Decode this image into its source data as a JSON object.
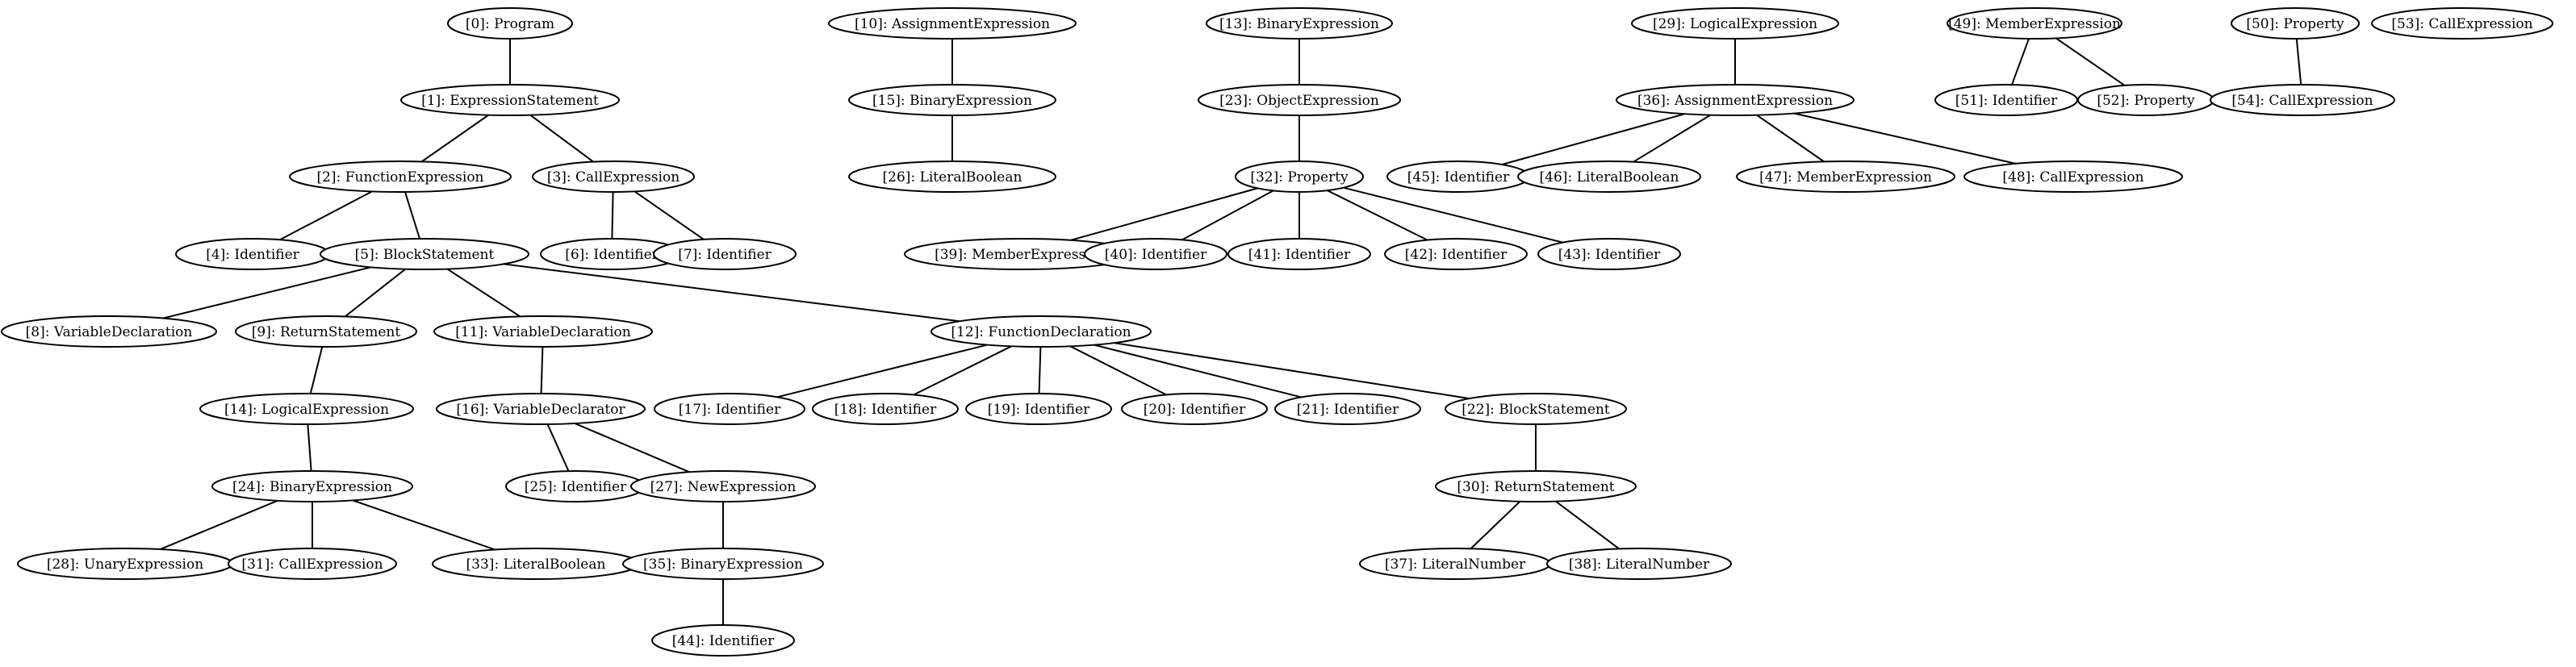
{
  "nodes": [
    {
      "id": 0,
      "label": "[0]: Program"
    },
    {
      "id": 1,
      "label": "[1]: ExpressionStatement"
    },
    {
      "id": 2,
      "label": "[2]: FunctionExpression"
    },
    {
      "id": 3,
      "label": "[3]: CallExpression"
    },
    {
      "id": 4,
      "label": "[4]: Identifier"
    },
    {
      "id": 5,
      "label": "[5]: BlockStatement"
    },
    {
      "id": 6,
      "label": "[6]: Identifier"
    },
    {
      "id": 7,
      "label": "[7]: Identifier"
    },
    {
      "id": 8,
      "label": "[8]: VariableDeclaration"
    },
    {
      "id": 9,
      "label": "[9]: ReturnStatement"
    },
    {
      "id": 10,
      "label": "[10]: AssignmentExpression"
    },
    {
      "id": 11,
      "label": "[11]: VariableDeclaration"
    },
    {
      "id": 12,
      "label": "[12]: FunctionDeclaration"
    },
    {
      "id": 13,
      "label": "[13]: BinaryExpression"
    },
    {
      "id": 14,
      "label": "[14]: LogicalExpression"
    },
    {
      "id": 15,
      "label": "[15]: BinaryExpression"
    },
    {
      "id": 16,
      "label": "[16]: VariableDeclarator"
    },
    {
      "id": 17,
      "label": "[17]: Identifier"
    },
    {
      "id": 18,
      "label": "[18]: Identifier"
    },
    {
      "id": 19,
      "label": "[19]: Identifier"
    },
    {
      "id": 20,
      "label": "[20]: Identifier"
    },
    {
      "id": 21,
      "label": "[21]: Identifier"
    },
    {
      "id": 22,
      "label": "[22]: BlockStatement"
    },
    {
      "id": 23,
      "label": "[23]: ObjectExpression"
    },
    {
      "id": 24,
      "label": "[24]: BinaryExpression"
    },
    {
      "id": 25,
      "label": "[25]: Identifier"
    },
    {
      "id": 26,
      "label": "[26]: LiteralBoolean"
    },
    {
      "id": 27,
      "label": "[27]: NewExpression"
    },
    {
      "id": 28,
      "label": "[28]: UnaryExpression"
    },
    {
      "id": 29,
      "label": "[29]: LogicalExpression"
    },
    {
      "id": 30,
      "label": "[30]: ReturnStatement"
    },
    {
      "id": 31,
      "label": "[31]: CallExpression"
    },
    {
      "id": 32,
      "label": "[32]: Property"
    },
    {
      "id": 33,
      "label": "[33]: LiteralBoolean"
    },
    {
      "id": 35,
      "label": "[35]: BinaryExpression"
    },
    {
      "id": 36,
      "label": "[36]: AssignmentExpression"
    },
    {
      "id": 37,
      "label": "[37]: LiteralNumber"
    },
    {
      "id": 38,
      "label": "[38]: LiteralNumber"
    },
    {
      "id": 39,
      "label": "[39]: MemberExpression"
    },
    {
      "id": 40,
      "label": "[40]: Identifier"
    },
    {
      "id": 41,
      "label": "[41]: Identifier"
    },
    {
      "id": 42,
      "label": "[42]: Identifier"
    },
    {
      "id": 43,
      "label": "[43]: Identifier"
    },
    {
      "id": 44,
      "label": "[44]: Identifier"
    },
    {
      "id": 45,
      "label": "[45]: Identifier"
    },
    {
      "id": 46,
      "label": "[46]: LiteralBoolean"
    },
    {
      "id": 47,
      "label": "[47]: MemberExpression"
    },
    {
      "id": 48,
      "label": "[48]: CallExpression"
    },
    {
      "id": 49,
      "label": "[49]: MemberExpression"
    },
    {
      "id": 50,
      "label": "[50]: Property"
    },
    {
      "id": 51,
      "label": "[51]: Identifier"
    },
    {
      "id": 52,
      "label": "[52]: Property"
    },
    {
      "id": 53,
      "label": "[53]: CallExpression"
    },
    {
      "id": 54,
      "label": "[54]: CallExpression"
    }
  ],
  "edges": [
    [
      0,
      1
    ],
    [
      1,
      2
    ],
    [
      1,
      3
    ],
    [
      2,
      4
    ],
    [
      2,
      5
    ],
    [
      3,
      6
    ],
    [
      3,
      7
    ],
    [
      5,
      8
    ],
    [
      5,
      9
    ],
    [
      5,
      11
    ],
    [
      5,
      12
    ],
    [
      9,
      14
    ],
    [
      14,
      24
    ],
    [
      24,
      28
    ],
    [
      24,
      31
    ],
    [
      24,
      33
    ],
    [
      11,
      16
    ],
    [
      16,
      25
    ],
    [
      16,
      27
    ],
    [
      27,
      35
    ],
    [
      35,
      44
    ],
    [
      12,
      17
    ],
    [
      12,
      18
    ],
    [
      12,
      19
    ],
    [
      12,
      20
    ],
    [
      12,
      21
    ],
    [
      12,
      22
    ],
    [
      22,
      30
    ],
    [
      30,
      37
    ],
    [
      30,
      38
    ],
    [
      10,
      15
    ],
    [
      15,
      26
    ],
    [
      13,
      23
    ],
    [
      23,
      32
    ],
    [
      32,
      39
    ],
    [
      32,
      40
    ],
    [
      32,
      41
    ],
    [
      32,
      42
    ],
    [
      32,
      43
    ],
    [
      29,
      36
    ],
    [
      36,
      45
    ],
    [
      36,
      46
    ],
    [
      36,
      47
    ],
    [
      36,
      48
    ],
    [
      49,
      51
    ],
    [
      49,
      52
    ],
    [
      50,
      54
    ]
  ]
}
